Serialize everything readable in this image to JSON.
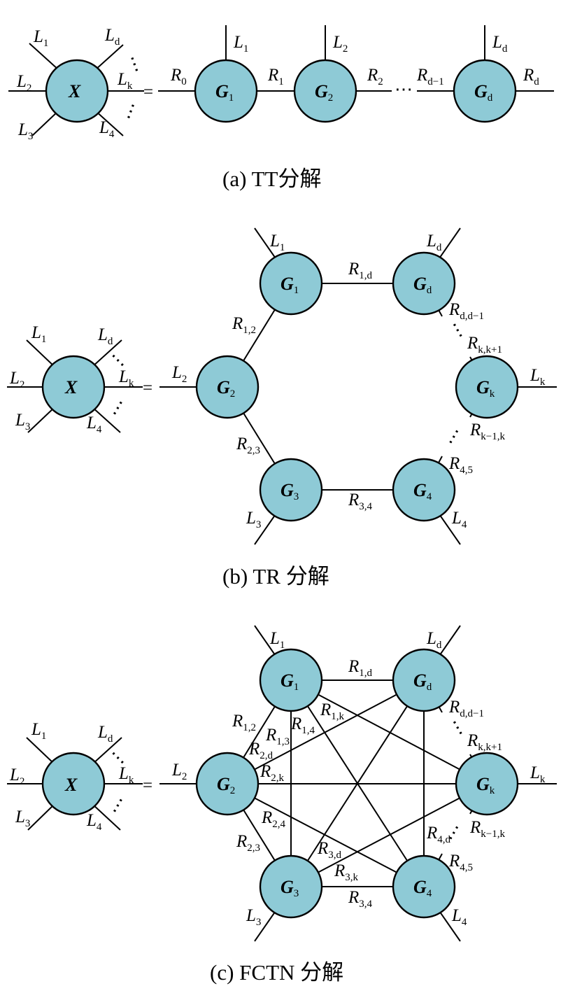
{
  "captions": {
    "a": "(a) TT分解",
    "b": "(b) TR 分解",
    "c": "(c) FCTN 分解"
  },
  "tensor": {
    "main": "X",
    "legs": [
      [
        "L",
        "1"
      ],
      [
        "L",
        "2"
      ],
      [
        "L",
        "3"
      ],
      [
        "L",
        "4"
      ],
      [
        "L",
        "k"
      ],
      [
        "L",
        "d"
      ]
    ]
  },
  "equals": "=",
  "tt": {
    "nodes": [
      [
        "G",
        "1"
      ],
      [
        "G",
        "2"
      ],
      [
        "G",
        "d"
      ]
    ],
    "top_legs": [
      [
        "L",
        "1"
      ],
      [
        "L",
        "2"
      ],
      [
        "L",
        "d"
      ]
    ],
    "bonds": [
      [
        "R",
        "0"
      ],
      [
        "R",
        "1"
      ],
      [
        "R",
        "2"
      ],
      [
        "R",
        "d−1"
      ],
      [
        "R",
        "d"
      ]
    ]
  },
  "tr": {
    "nodes": [
      [
        "G",
        "1"
      ],
      [
        "G",
        "d"
      ],
      [
        "G",
        "k"
      ],
      [
        "G",
        "4"
      ],
      [
        "G",
        "3"
      ],
      [
        "G",
        "2"
      ]
    ],
    "outer_legs": [
      [
        "L",
        "1"
      ],
      [
        "L",
        "d"
      ],
      [
        "L",
        "k"
      ],
      [
        "L",
        "4"
      ],
      [
        "L",
        "3"
      ],
      [
        "L",
        "2"
      ]
    ],
    "bonds": [
      [
        "R",
        "1,d"
      ],
      [
        "R",
        "d,d−1"
      ],
      [
        "R",
        "k,k+1"
      ],
      [
        "R",
        "k−1,k"
      ],
      [
        "R",
        "4,5"
      ],
      [
        "R",
        "3,4"
      ],
      [
        "R",
        "2,3"
      ],
      [
        "R",
        "1,2"
      ]
    ]
  },
  "fctn": {
    "nodes": [
      [
        "G",
        "1"
      ],
      [
        "G",
        "d"
      ],
      [
        "G",
        "k"
      ],
      [
        "G",
        "4"
      ],
      [
        "G",
        "3"
      ],
      [
        "G",
        "2"
      ]
    ],
    "outer_legs": [
      [
        "L",
        "1"
      ],
      [
        "L",
        "d"
      ],
      [
        "L",
        "k"
      ],
      [
        "L",
        "4"
      ],
      [
        "L",
        "3"
      ],
      [
        "L",
        "2"
      ]
    ],
    "bonds": [
      [
        "R",
        "1,d"
      ],
      [
        "R",
        "1,k"
      ],
      [
        "R",
        "1,2"
      ],
      [
        "R",
        "1,3"
      ],
      [
        "R",
        "1,4"
      ],
      [
        "R",
        "2,d"
      ],
      [
        "R",
        "2,k"
      ],
      [
        "R",
        "2,4"
      ],
      [
        "R",
        "2,3"
      ],
      [
        "R",
        "3,d"
      ],
      [
        "R",
        "3,k"
      ],
      [
        "R",
        "3,4"
      ],
      [
        "R",
        "4,d"
      ],
      [
        "R",
        "4,5"
      ],
      [
        "R",
        "d,d−1"
      ],
      [
        "R",
        "k,k+1"
      ],
      [
        "R",
        "k−1,k"
      ]
    ]
  }
}
